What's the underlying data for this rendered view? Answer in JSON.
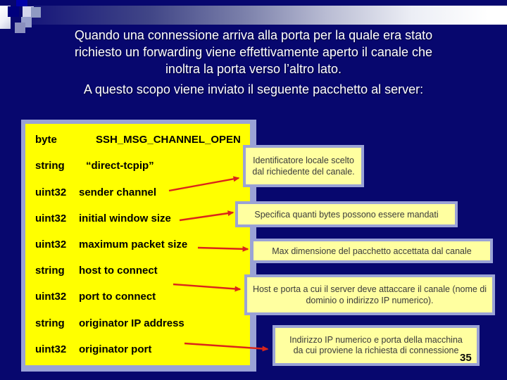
{
  "slide": {
    "title_lines": [
      "Quando una connessione arriva alla porta per la quale era stato",
      "richiesto un forwarding viene effettivamente aperto il canale che",
      "inoltra la porta verso l’altro lato."
    ],
    "subtitle": "A questo scopo viene inviato il seguente pacchetto al server:",
    "page_number": "35"
  },
  "packet_table": {
    "rows": [
      {
        "type": "byte",
        "value": "SSH_MSG_CHANNEL_OPEN"
      },
      {
        "type": "string",
        "value": "“direct-tcpip”"
      },
      {
        "type": "uint32",
        "value": "sender channel"
      },
      {
        "type": "uint32",
        "value": "initial window size"
      },
      {
        "type": "uint32",
        "value": "maximum packet size"
      },
      {
        "type": "string",
        "value": "host to connect"
      },
      {
        "type": "uint32",
        "value": "port to connect"
      },
      {
        "type": "string",
        "value": "originator IP address"
      },
      {
        "type": "uint32",
        "value": "originator port"
      }
    ]
  },
  "annotations": [
    {
      "text": "Identificatore locale scelto dal richiedente del canale."
    },
    {
      "text": "Specifica quanti bytes possono essere mandati"
    },
    {
      "text": "Max dimensione del pacchetto accettata dal canale"
    },
    {
      "text": "Host e porta a cui il server deve attaccare il canale (nome di dominio o indirizzo IP numerico)."
    },
    {
      "text": "Indirizzo IP numerico e porta della macchina da cui proviene la richiesta di connessione"
    }
  ],
  "colors": {
    "background": "#07076e",
    "table_fill": "#ffff00",
    "table_border": "#9aa2d6",
    "note_fill": "#ffffa0",
    "note_border": "#9aa2d6",
    "arrow": "#da251a",
    "title_text": "#ffffff",
    "table_text": "#000000",
    "note_text": "#3a3a3a"
  }
}
